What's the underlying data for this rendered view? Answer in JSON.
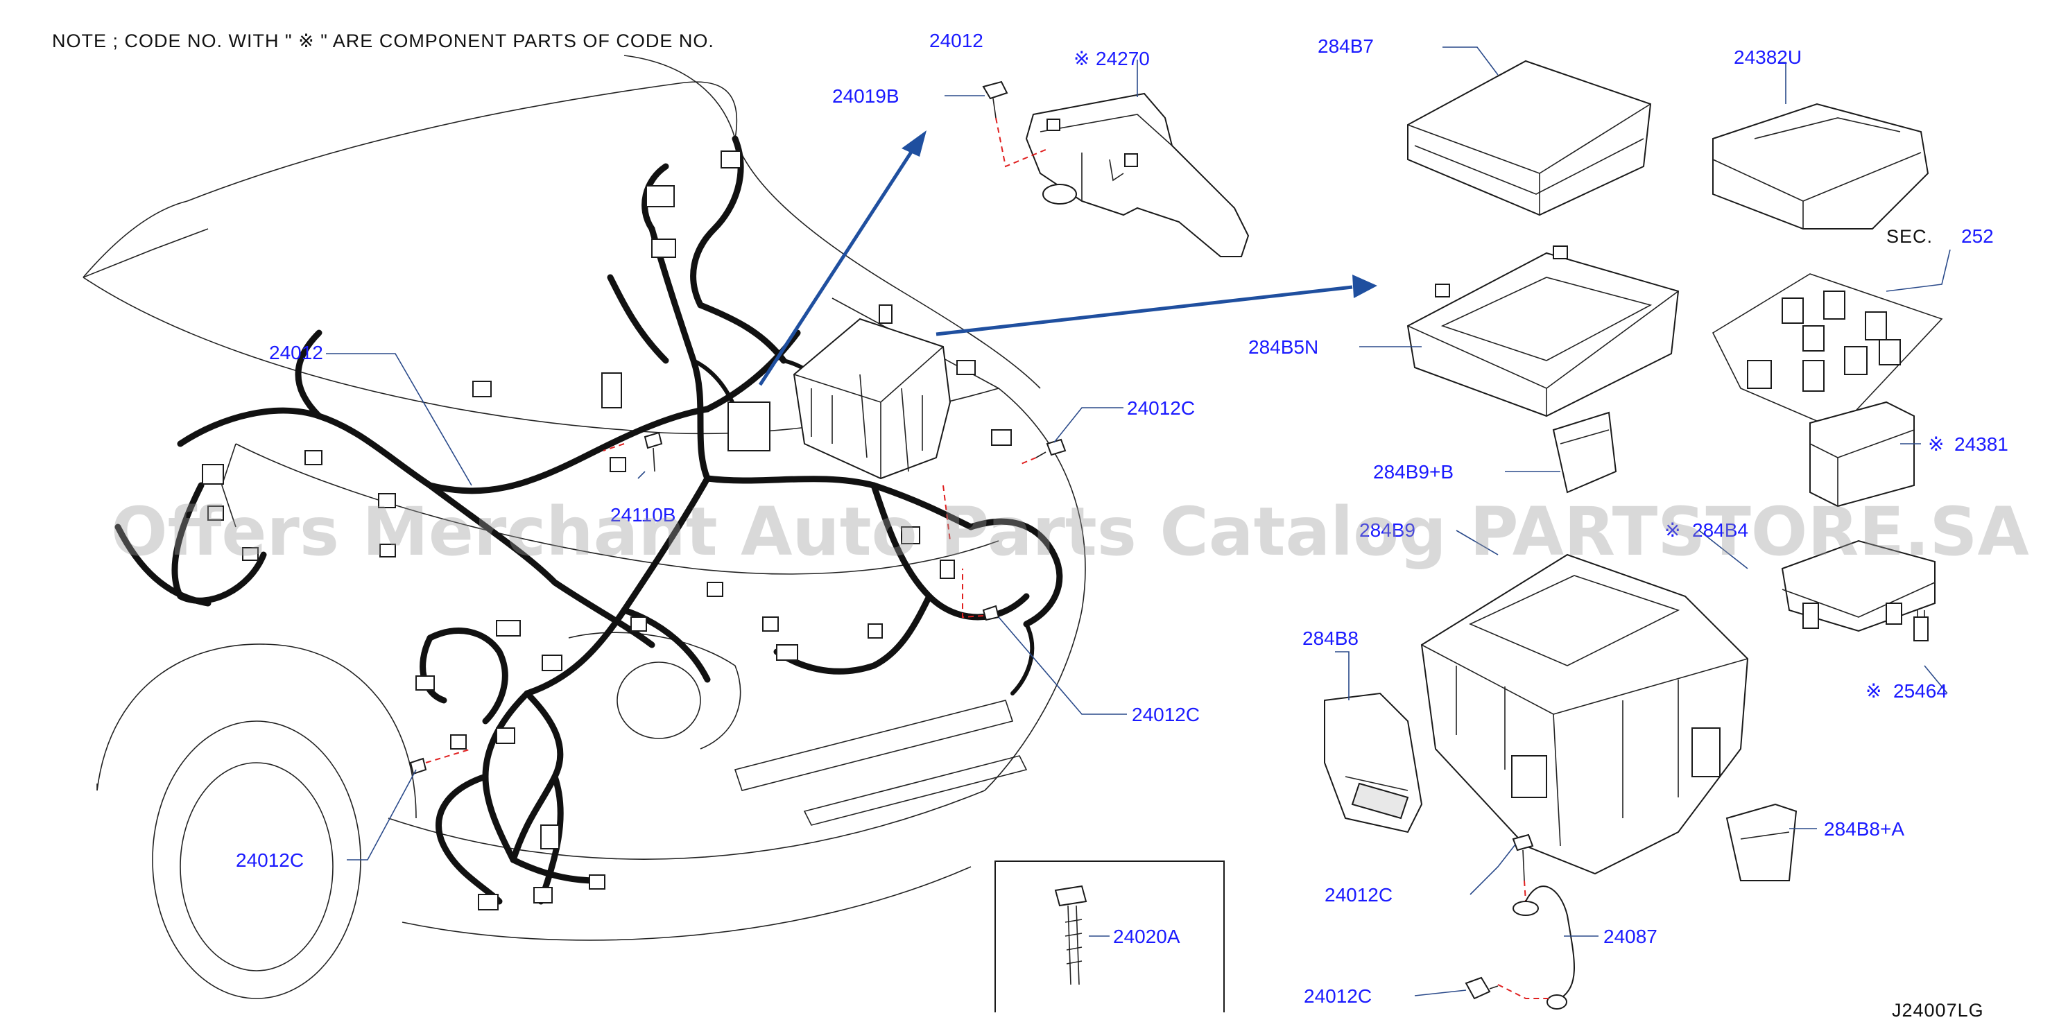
{
  "note": "NOTE ; CODE NO. WITH \" ※ \" ARE COMPONENT PARTS OF CODE NO.",
  "note_code": "24012",
  "diagram_code": "J24007LG",
  "watermark": "Offers Merchant Auto Parts Catalog PARTSTORE.SA",
  "sec_label": "SEC.",
  "sec_number": "252",
  "component_mark": "※",
  "labels": {
    "p24019B": "24019B",
    "p24270": "24270",
    "p284B7": "284B7",
    "p24382U": "24382U",
    "p24012_main": "24012",
    "p284B5N": "284B5N",
    "p24012C_a": "24012C",
    "p284B9B": "284B9+B",
    "p24381": "24381",
    "p24110B": "24110B",
    "p284B9": "284B9",
    "p284B4": "284B4",
    "p284B8": "284B8",
    "p25464": "25464",
    "p24012C_b": "24012C",
    "p24012C_c": "24012C",
    "p284B8A": "284B8+A",
    "p24020A": "24020A",
    "p24012C_d": "24012C",
    "p24087": "24087",
    "p24012C_e": "24012C"
  }
}
